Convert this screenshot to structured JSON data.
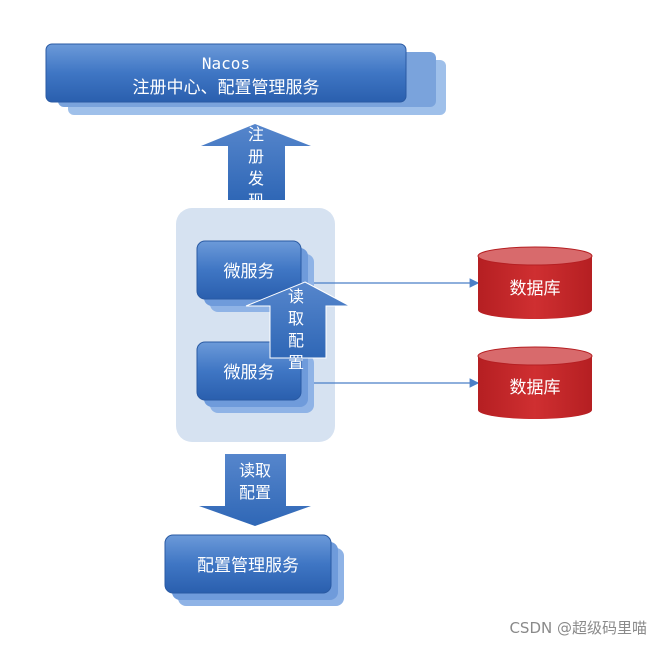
{
  "nacos": {
    "line1": "Nacos",
    "line2": "注册中心、配置管理服务"
  },
  "register_arrow": [
    "注",
    "册",
    "发",
    "现"
  ],
  "microservices": [
    "微服务",
    "微服务"
  ],
  "read_config_inner": [
    "读",
    "取",
    "配",
    "置"
  ],
  "databases": [
    "数据库",
    "数据库"
  ],
  "read_config_bottom": [
    "读取",
    "配置"
  ],
  "config_service": "配置管理服务",
  "watermark": "CSDN @超级码里喵",
  "colors": {
    "box_dark": "#2f67b6",
    "box_light": "#5e8fd4",
    "shadow": "#8fb3e6",
    "container": "#d6e2f1",
    "db_red": "#c6282b",
    "db_top": "#d86a6c",
    "connector": "#4a7fc8"
  }
}
